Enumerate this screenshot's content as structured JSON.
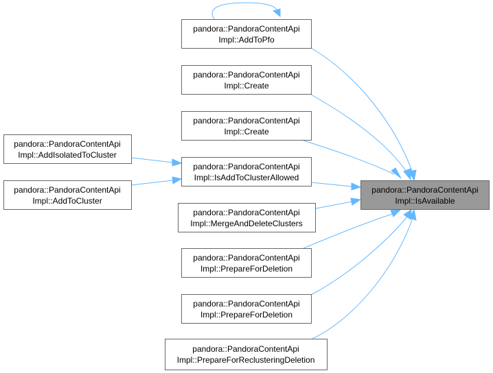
{
  "diagram": {
    "nodes": [
      {
        "id": "add_to_pfo",
        "line1": "pandora::PandoraContentApi",
        "line2": "Impl::AddToPfo"
      },
      {
        "id": "create_1",
        "line1": "pandora::PandoraContentApi",
        "line2": "Impl::Create"
      },
      {
        "id": "create_2",
        "line1": "pandora::PandoraContentApi",
        "line2": "Impl::Create"
      },
      {
        "id": "is_add_to_cluster_allowed",
        "line1": "pandora::PandoraContentApi",
        "line2": "Impl::IsAddToClusterAllowed"
      },
      {
        "id": "merge_and_delete_clusters",
        "line1": "pandora::PandoraContentApi",
        "line2": "Impl::MergeAndDeleteClusters"
      },
      {
        "id": "prepare_for_deletion_1",
        "line1": "pandora::PandoraContentApi",
        "line2": "Impl::PrepareForDeletion"
      },
      {
        "id": "prepare_for_deletion_2",
        "line1": "pandora::PandoraContentApi",
        "line2": "Impl::PrepareForDeletion"
      },
      {
        "id": "prepare_for_reclustering_deletion",
        "line1": "pandora::PandoraContentApi",
        "line2": "Impl::PrepareForReclusteringDeletion"
      },
      {
        "id": "add_isolated_to_cluster",
        "line1": "pandora::PandoraContentApi",
        "line2": "Impl::AddIsolatedToCluster"
      },
      {
        "id": "add_to_cluster",
        "line1": "pandora::PandoraContentApi",
        "line2": "Impl::AddToCluster"
      },
      {
        "id": "is_available",
        "line1": "pandora::PandoraContentApi",
        "line2": "Impl::IsAvailable",
        "focus": true
      }
    ],
    "edges": [
      {
        "from": "add_to_pfo",
        "to": "add_to_pfo"
      },
      {
        "from": "add_to_pfo",
        "to": "is_available"
      },
      {
        "from": "create_1",
        "to": "is_available"
      },
      {
        "from": "create_2",
        "to": "is_available"
      },
      {
        "from": "is_add_to_cluster_allowed",
        "to": "is_available"
      },
      {
        "from": "merge_and_delete_clusters",
        "to": "is_available"
      },
      {
        "from": "prepare_for_deletion_1",
        "to": "is_available"
      },
      {
        "from": "prepare_for_deletion_2",
        "to": "is_available"
      },
      {
        "from": "prepare_for_reclustering_deletion",
        "to": "is_available"
      },
      {
        "from": "add_isolated_to_cluster",
        "to": "is_add_to_cluster_allowed"
      },
      {
        "from": "add_to_cluster",
        "to": "is_add_to_cluster_allowed"
      }
    ],
    "colors": {
      "edge": "#63b8ff",
      "node_border": "#666666",
      "node_fill": "#ffffff",
      "focus_fill": "#999999"
    }
  }
}
